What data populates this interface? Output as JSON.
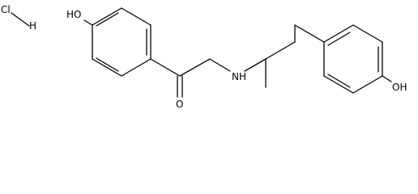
{
  "molecule": {
    "labels": {
      "cl": "Cl",
      "h_salt": "H",
      "oh_left": "HO",
      "oxygen_carbonyl": "O",
      "nh": "NH",
      "oh_right": "OH"
    }
  }
}
